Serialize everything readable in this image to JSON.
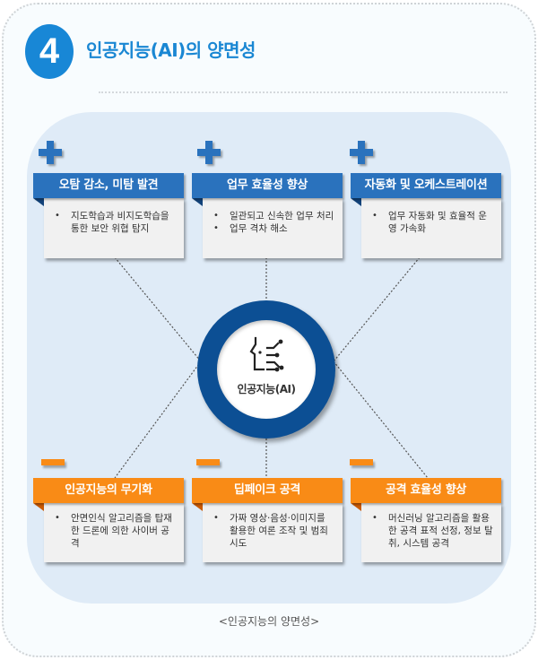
{
  "header": {
    "section_number": "4",
    "title": "인공지능(AI)의 양면성"
  },
  "colors": {
    "accent_blue": "#1a87d3",
    "positive_blue": "#2a72bd",
    "negative_orange": "#f98b16",
    "center_ring": "#0c4f94",
    "panel_bg": "#dfebf7"
  },
  "center": {
    "icon": "ai-head-icon",
    "label": "인공지능(AI)"
  },
  "positives": [
    {
      "icon": "plus-icon",
      "title": "오탐 감소, 미탐 발견",
      "bullets": [
        "지도학습과 비지도학습을 통한 보안 위협 탐지"
      ]
    },
    {
      "icon": "plus-icon",
      "title": "업무 효율성 향상",
      "bullets": [
        "일관되고 신속한 업무 처리",
        "업무 격차 해소"
      ]
    },
    {
      "icon": "plus-icon",
      "title": "자동화 및 오케스트레이션",
      "bullets": [
        "업무 자동화 및 효율적 운영 가속화"
      ]
    }
  ],
  "negatives": [
    {
      "icon": "minus-icon",
      "title": "인공지능의 무기화",
      "bullets": [
        "안면인식 알고리즘을 탑재한 드론에 의한 사이버 공격"
      ]
    },
    {
      "icon": "minus-icon",
      "title": "딥페이크 공격",
      "bullets": [
        "가짜 영상·음성·이미지를 활용한 여론 조작 및 범죄 시도"
      ]
    },
    {
      "icon": "minus-icon",
      "title": "공격 효율성 향상",
      "bullets": [
        "머신러닝 알고리즘을 활용한 공격 표적 선정, 정보 탈취, 시스템 공격"
      ]
    }
  ],
  "caption": "<인공지능의 양면성>"
}
